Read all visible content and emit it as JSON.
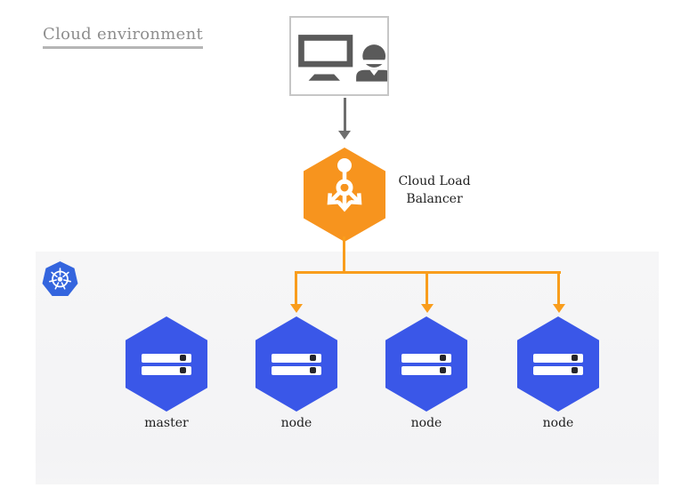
{
  "diagram": {
    "title": "Cloud environment",
    "load_balancer_label": "Cloud Load Balancer",
    "kubernetes_zone": {
      "logo": "kubernetes-helm-logo",
      "nodes": [
        {
          "label": "master",
          "icon": "server-icon"
        },
        {
          "label": "node",
          "icon": "server-icon"
        },
        {
          "label": "node",
          "icon": "server-icon"
        },
        {
          "label": "node",
          "icon": "server-icon"
        }
      ]
    },
    "icons": {
      "user_box": "workstation-user-icon",
      "load_balancer": "load-balancer-icon",
      "kubernetes": "kubernetes-helm-logo",
      "server": "server-icon"
    }
  },
  "colors": {
    "orange": "#F7941E",
    "connector-orange": "#F99D1C",
    "node-blue": "#3A57E8",
    "k8s-blue": "#3465DE",
    "panel-gray": "#F5F5F6",
    "title-gray": "#8E8E8E",
    "underline-gray": "#B5B5B5",
    "icon-gray": "#5A5A5A",
    "arrow-gray": "#6E6E6E",
    "label-dark": "#1F1F1F"
  }
}
